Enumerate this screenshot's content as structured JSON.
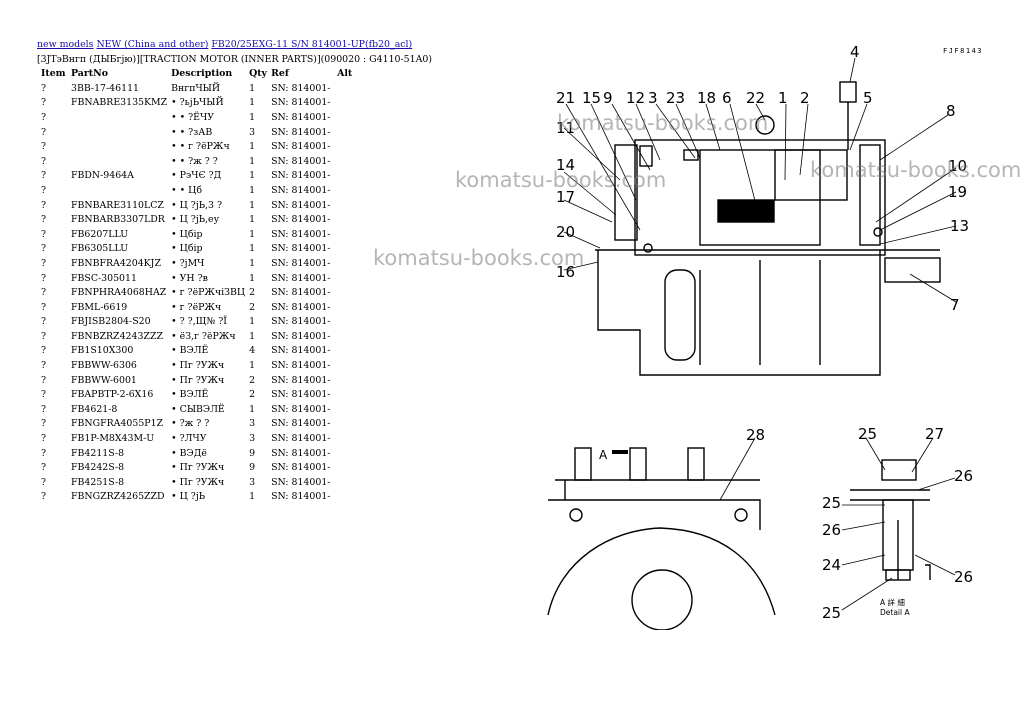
{
  "breadcrumb": {
    "link1": "new models",
    "link2": "NEW (China and other)",
    "link3": "FB20/25EXG-11 S/N 814001-UP(fb20_acl)"
  },
  "subtitle": "[3JТэВнгп (ДЫБгjю)][TRACTION MOTOR (INNER PARTS)](090020 : G4110-51A0)",
  "table": {
    "headers": [
      "Item",
      "PartNo",
      "Description",
      "Qty",
      "Ref",
      "Alt"
    ],
    "rows": [
      [
        "?",
        "3BB-17-46111",
        "ВнгпЧЫЙ",
        "1",
        "SN: 814001-",
        ""
      ],
      [
        "?",
        "FBNABRE3135KMZ",
        "• ?ьjЬЧЫЙ",
        "1",
        "SN: 814001-",
        ""
      ],
      [
        "?",
        "",
        "• • ?ЁЧУ",
        "1",
        "SN: 814001-",
        ""
      ],
      [
        "?",
        "",
        "• • ?зАВ",
        "3",
        "SN: 814001-",
        ""
      ],
      [
        "?",
        "",
        "• • г ?ёРЖч",
        "1",
        "SN: 814001-",
        ""
      ],
      [
        "?",
        "",
        "• • ?ж ? ?",
        "1",
        "SN: 814001-",
        ""
      ],
      [
        "?",
        "FBDN-9464A",
        "• РэЧЄ ?Д",
        "1",
        "SN: 814001-",
        ""
      ],
      [
        "?",
        "",
        "• • Цб",
        "1",
        "SN: 814001-",
        ""
      ],
      [
        "?",
        "FBNBARE3110LCZ",
        "• Ц ?jЬ,3 ?",
        "1",
        "SN: 814001-",
        ""
      ],
      [
        "?",
        "FBNBARB3307LDR",
        "• Ц ?jЬ,еу",
        "1",
        "SN: 814001-",
        ""
      ],
      [
        "?",
        "FB6207LLU",
        "• Цбір",
        "1",
        "SN: 814001-",
        ""
      ],
      [
        "?",
        "FB6305LLU",
        "• Цбір",
        "1",
        "SN: 814001-",
        ""
      ],
      [
        "?",
        "FBNBFRA4204KJZ",
        "• ?jМЧ",
        "1",
        "SN: 814001-",
        ""
      ],
      [
        "?",
        "FBSC-305011",
        "• УН ?в",
        "1",
        "SN: 814001-",
        ""
      ],
      [
        "?",
        "FBNPHRA4068HAZ",
        "• г ?ёРЖчіЗВЦ",
        "2",
        "SN: 814001-",
        ""
      ],
      [
        "?",
        "FBML-6619",
        "• г ?ёРЖч",
        "2",
        "SN: 814001-",
        ""
      ],
      [
        "?",
        "FBJISB2804-S20",
        "• ? ?,Щ№ ?Ї",
        "1",
        "SN: 814001-",
        ""
      ],
      [
        "?",
        "FBNBZRZ4243ZZZ",
        "• ёЗ,г ?ёРЖч",
        "1",
        "SN: 814001-",
        ""
      ],
      [
        "?",
        "FB1S10X300",
        "• ВЭЛЁ",
        "4",
        "SN: 814001-",
        ""
      ],
      [
        "?",
        "FBBWW-6306",
        "• Пг ?УЖч",
        "1",
        "SN: 814001-",
        ""
      ],
      [
        "?",
        "FBBWW-6001",
        "• Пг ?УЖч",
        "2",
        "SN: 814001-",
        ""
      ],
      [
        "?",
        "FBAPBTP-2-6X16",
        "• ВЭЛЁ",
        "2",
        "SN: 814001-",
        ""
      ],
      [
        "?",
        "FB4621-8",
        "• СЫВЭЛЁ",
        "1",
        "SN: 814001-",
        ""
      ],
      [
        "?",
        "FBNGFRA4055P1Z",
        "• ?ж ? ?",
        "3",
        "SN: 814001-",
        ""
      ],
      [
        "?",
        "FB1P-M8X43M-U",
        "• ?ЛЧУ",
        "3",
        "SN: 814001-",
        ""
      ],
      [
        "?",
        "FB4211S-8",
        "• ВЭДё",
        "9",
        "SN: 814001-",
        ""
      ],
      [
        "?",
        "FB4242S-8",
        "• Пг ?УЖч",
        "9",
        "SN: 814001-",
        ""
      ],
      [
        "?",
        "FB4251S-8",
        "• Пг ?УЖч",
        "3",
        "SN: 814001-",
        ""
      ],
      [
        "?",
        "FBNGZRZ4265ZZD",
        "• Ц ?jЬ",
        "1",
        "SN: 814001-",
        ""
      ]
    ]
  },
  "drawing": {
    "figure_code": "FJF8143",
    "watermark": "komatsu-books.com",
    "detail_caption_line1": "A 詳 細",
    "detail_caption_line2": "Detail A",
    "arrow_label": "A",
    "callouts": [
      "21",
      "15",
      "9",
      "12",
      "3",
      "23",
      "18",
      "6",
      "22",
      "1",
      "2",
      "4",
      "5",
      "8",
      "11",
      "14",
      "17",
      "20",
      "16",
      "10",
      "19",
      "13",
      "7",
      "28",
      "25",
      "27",
      "26",
      "25",
      "26",
      "24",
      "26",
      "25"
    ]
  }
}
